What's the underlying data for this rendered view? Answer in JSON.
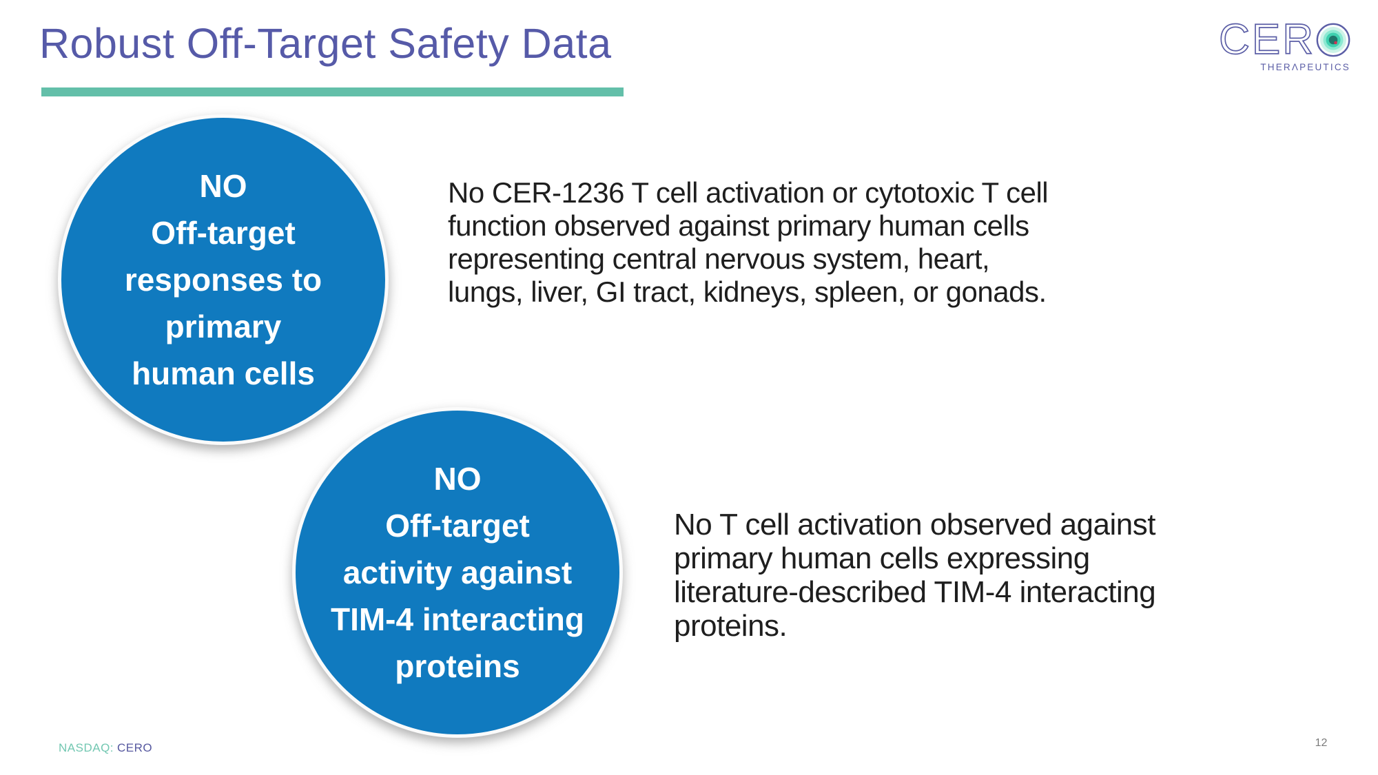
{
  "title": "Robust Off-Target Safety Data",
  "logo": {
    "wordmark": "CER",
    "tagline": "THERΛPEUTICS"
  },
  "badges": [
    {
      "lines": [
        "NO",
        "Off-target",
        "responses to",
        "primary",
        "human cells"
      ]
    },
    {
      "lines": [
        "NO",
        "Off-target",
        "activity against",
        "TIM-4 interacting",
        "proteins"
      ]
    }
  ],
  "paragraphs": [
    {
      "lines": [
        "No CER-1236 T cell activation or cytotoxic T cell",
        "function observed against primary human cells",
        "representing central nervous system, heart,",
        "lungs, liver, GI tract, kidneys, spleen, or gonads."
      ]
    },
    {
      "lines": [
        "No T cell activation observed against",
        "primary human cells expressing",
        "literature-described TIM-4 interacting",
        "proteins."
      ]
    }
  ],
  "footer": {
    "exchange": "NASDAQ:",
    "ticker": "CERO",
    "page": "12"
  },
  "colors": {
    "title_purple": "#565aa8",
    "underline_teal": "#63bfa9",
    "badge_blue": "#107abf",
    "badge_text": "#ffffff",
    "body_text": "#1e1e1e",
    "exchange_teal": "#72c7b1",
    "ticker_purple": "#56589f",
    "page_gray": "#7a7a7a",
    "logo_purple": "#5b5ea6"
  }
}
